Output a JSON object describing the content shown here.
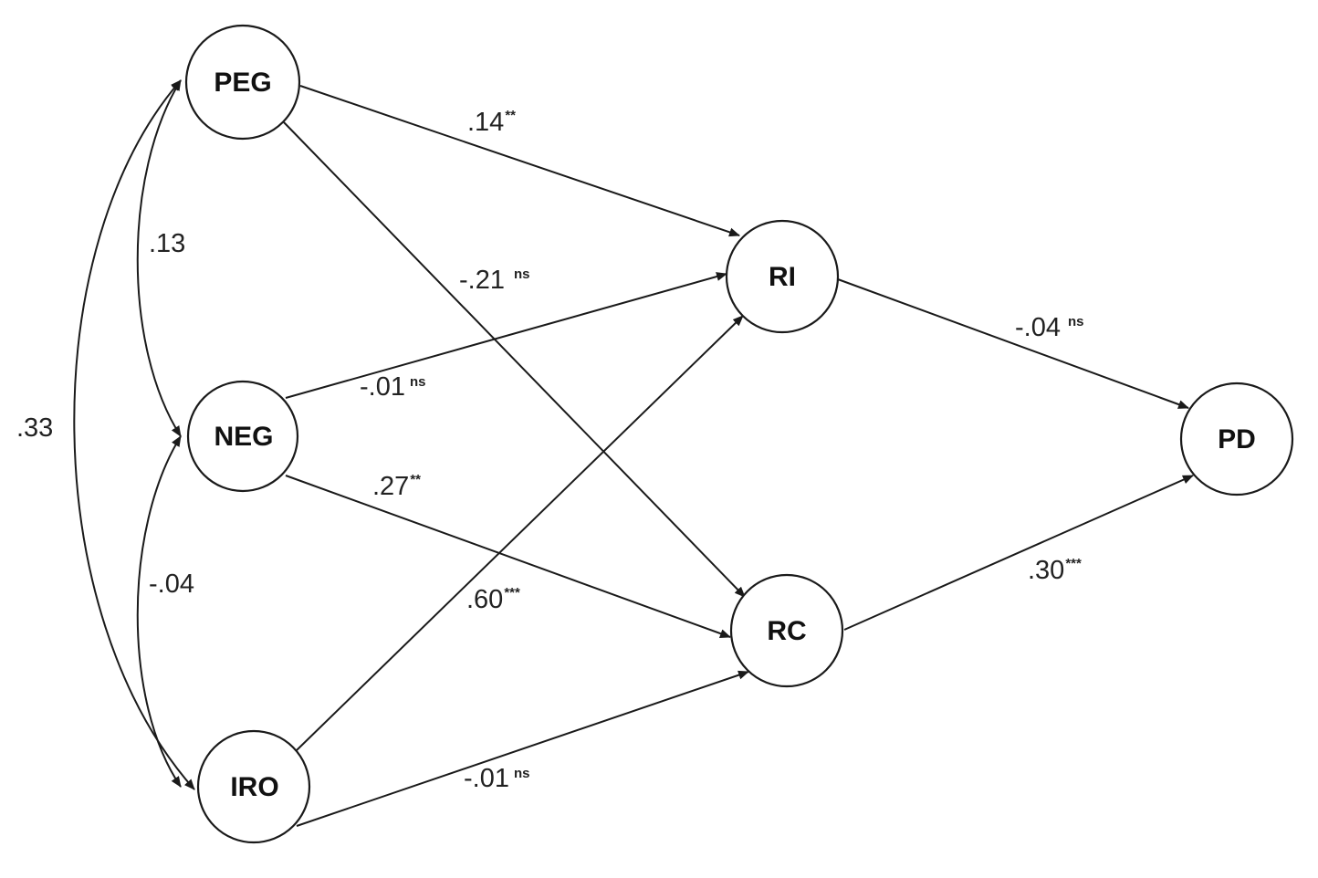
{
  "diagram": {
    "type": "path-model",
    "nodes": {
      "peg": "PEG",
      "neg": "NEG",
      "iro": "IRO",
      "ri": "RI",
      "rc": "RC",
      "pd": "PD"
    },
    "paths": {
      "peg_ri": {
        "coef": ".14",
        "sig": "**"
      },
      "peg_rc": {
        "coef": "-.21",
        "sig": "ns"
      },
      "neg_ri": {
        "coef": "-.01",
        "sig": "ns"
      },
      "neg_rc": {
        "coef": ".27",
        "sig": "**"
      },
      "iro_ri": {
        "coef": ".60",
        "sig": "***"
      },
      "iro_rc": {
        "coef": "-.01",
        "sig": "ns"
      },
      "ri_pd": {
        "coef": "-.04",
        "sig": "ns"
      },
      "rc_pd": {
        "coef": ".30",
        "sig": "***"
      }
    },
    "correlations": {
      "peg_neg": ".13",
      "neg_iro": "-.04",
      "peg_iro": ".33"
    }
  }
}
